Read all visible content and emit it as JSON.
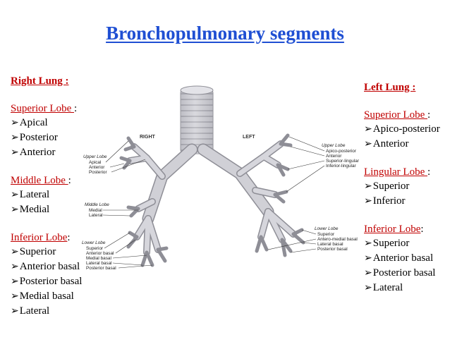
{
  "title": "Bronchopulmonary segments",
  "right_lung": {
    "heading": "Right Lung :",
    "lobes": [
      {
        "name": "Superior Lobe ",
        "colon": ":",
        "segments": [
          "Apical",
          "Posterior",
          "Anterior"
        ]
      },
      {
        "name": "Middle Lobe ",
        "colon": ":",
        "segments": [
          "Lateral",
          "Medial"
        ]
      },
      {
        "name": "Inferior Lobe",
        "colon": ":",
        "segments": [
          "Superior",
          "Anterior basal",
          "Posterior basal",
          "Medial basal",
          "Lateral"
        ]
      }
    ]
  },
  "left_lung": {
    "heading": "Left Lung :",
    "lobes": [
      {
        "name": "Superior Lobe ",
        "colon": ":",
        "segments": [
          "Apico-posterior",
          "Anterior"
        ]
      },
      {
        "name": "Lingular Lobe ",
        "colon": ":",
        "segments": [
          "Superior",
          "Inferior"
        ]
      },
      {
        "name": "Inferior Lobe",
        "colon": ":",
        "segments": [
          "Superior",
          "Anterior basal",
          "Posterior basal",
          "Lateral"
        ]
      }
    ]
  },
  "figure": {
    "side_right": "RIGHT",
    "side_left": "LEFT",
    "right_labels": {
      "upper_lobe": "Upper Lobe",
      "apical": "Apical",
      "anterior": "Anterior",
      "posterior": "Posterior",
      "middle_lobe": "Middle Lobe",
      "medial": "Medial",
      "lateral": "Lateral",
      "lower_lobe": "Lower Lobe",
      "superior": "Superior",
      "anterior_basal": "Anterior basal",
      "medial_basal": "Medial basal",
      "lateral_basal": "Lateral basal",
      "posterior_basal": "Posterior basal"
    },
    "left_labels": {
      "upper_lobe": "Upper Lobe",
      "apico_posterior": "Apico-posterior",
      "anterior": "Anterior",
      "superior_lingular": "Superior-lingular",
      "inferior_lingular": "Inferior-lingular",
      "lower_lobe": "Lower Lobe",
      "superior": "Superior",
      "antero_medial_basal": "Antero-medial basal",
      "lateral_basal": "Lateral basal",
      "posterior_basal": "Posterior basal"
    }
  },
  "colors": {
    "title": "#1f4fd3",
    "lobe": "#c00000",
    "airway": "#c9c9cf",
    "airway_stroke": "#8e8e96"
  }
}
